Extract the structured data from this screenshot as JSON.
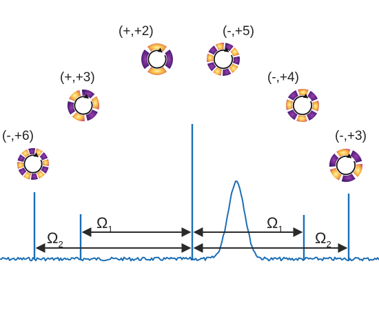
{
  "colors": {
    "trace": "#1a6db5",
    "arrow": "#2a2a2a",
    "lobe_hot": "#f4a531",
    "lobe_core": "#fde27a",
    "lobe_cool": "#6a1f8e",
    "ring": "#ffffff",
    "circle": "#111111"
  },
  "modes": [
    {
      "id": "m1",
      "label": "(-,+6)",
      "lobes": 12
    },
    {
      "id": "m2",
      "label": "(+,+3)",
      "lobes": 6
    },
    {
      "id": "m3",
      "label": "(+,+2)",
      "lobes": 4
    },
    {
      "id": "m4",
      "label": "(-,+5)",
      "lobes": 10
    },
    {
      "id": "m5",
      "label": "(-,+4)",
      "lobes": 8
    },
    {
      "id": "m6",
      "label": "(-,+3)",
      "lobes": 6
    }
  ],
  "spacings": {
    "omega1": {
      "symbol": "Ω",
      "subscript": "1"
    },
    "omega2": {
      "symbol": "Ω",
      "subscript": "2"
    }
  }
}
